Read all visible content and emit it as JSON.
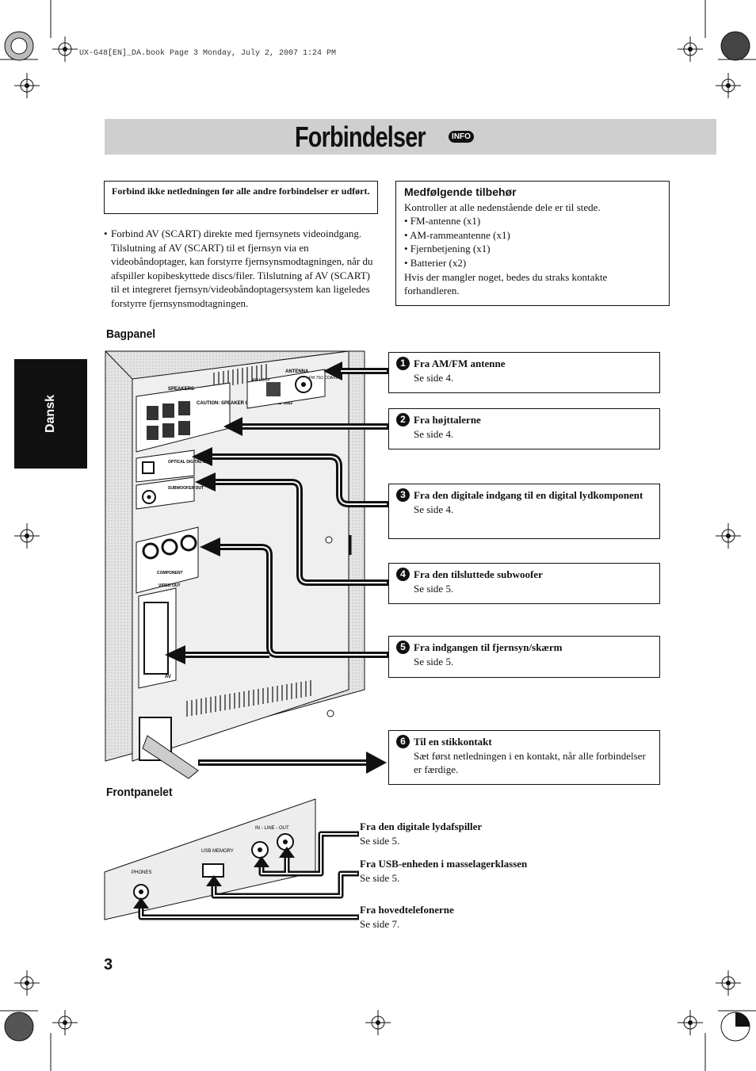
{
  "header": "UX-G48[EN]_DA.book  Page 3  Monday, July 2, 2007  1:24 PM",
  "title": "Forbindelser",
  "info_badge": "INFO",
  "warning": "Forbind ikke netledningen før alle andre forbindelser er udført.",
  "bullet": {
    "mark": "•",
    "text": "Forbind AV (SCART) direkte med fjernsynets videoindgang. Tilslutning af AV (SCART) til et fjernsyn via en videobåndoptager, kan forstyrre fjernsynsmodtagningen, når du afspiller kopibeskyttede discs/filer. Tilslutning af AV (SCART) til et integreret fjernsyn/videobåndoptagersystem kan ligeledes forstyrre fjernsynsmodtagningen."
  },
  "accessories": {
    "title": "Medfølgende tilbehør",
    "intro": "Kontroller at alle nedenstående dele er til stede.",
    "items": [
      "• FM-antenne (x1)",
      "• AM-rammeantenne (x1)",
      "• Fjernbetjening (x1)",
      "• Batterier (x2)"
    ],
    "outro": "Hvis der mangler noget, bedes du straks kontakte forhandleren."
  },
  "side_tab": "Dansk",
  "back_panel": {
    "heading": "Bagpanel",
    "labels": {
      "speakers": "SPEAKERS",
      "caution": "CAUTION:\nSPEAKER\nIMPEDANCE\n6Ω-16Ω",
      "antenna": "ANTENNA",
      "am_loop": "AM LOOP",
      "fm": "FM 75Ω COAXIAL",
      "optical": "OPTICAL\nDIGITAL OUT",
      "subwoofer": "SUBWOOFER\nOUT",
      "component": "COMPONENT",
      "video_out": "VIDEO OUT",
      "av": "AV"
    },
    "connections": [
      {
        "num": "1",
        "title": "Fra AM/FM antenne",
        "lines": [
          "Se side 4."
        ]
      },
      {
        "num": "2",
        "title": "Fra højttalerne",
        "lines": [
          "Se side 4."
        ]
      },
      {
        "num": "3",
        "title": "Fra den digitale indgang til en digital lydkomponent",
        "lines": [
          "Se side 4."
        ]
      },
      {
        "num": "4",
        "title": "Fra den tilsluttede subwoofer",
        "lines": [
          "Se side 5."
        ]
      },
      {
        "num": "5",
        "title": "Fra indgangen til fjernsyn/skærm",
        "lines": [
          "Se side 5."
        ]
      },
      {
        "num": "6",
        "title": "Til en stikkontakt",
        "lines": [
          "Sæt først netledningen i en kontakt, når alle forbindelser er færdige."
        ]
      }
    ]
  },
  "front_panel": {
    "heading": "Frontpanelet",
    "panel_labels": {
      "phones": "PHONES",
      "usb": "USB MEMORY",
      "line": "IN - LINE - OUT"
    },
    "items": [
      {
        "title": "Fra den digitale lydafspiller",
        "line": "Se side 5."
      },
      {
        "title": "Fra USB-enheden i masselagerklassen",
        "line": "Se side 5."
      },
      {
        "title": "Fra hovedtelefonerne",
        "line": "Se side 7."
      }
    ]
  },
  "page_number": "3"
}
